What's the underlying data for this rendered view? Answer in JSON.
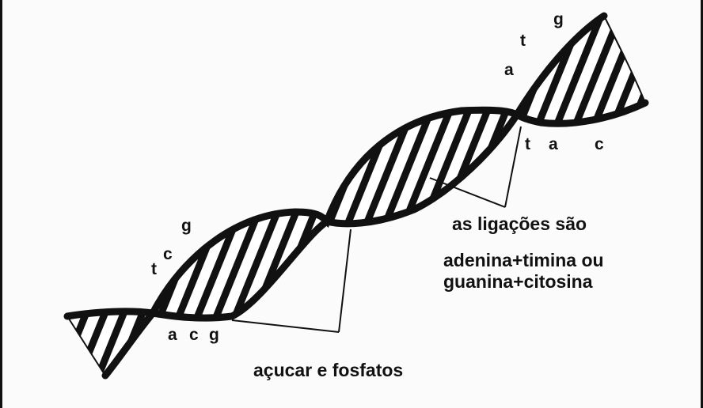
{
  "diagram": {
    "bases": {
      "top_strand_left": [
        "t",
        "c",
        "g"
      ],
      "bottom_strand_left": [
        "a",
        "c",
        "g"
      ],
      "top_strand_right": [
        "a",
        "t",
        "g"
      ],
      "bottom_strand_right": [
        "t",
        "a",
        "c"
      ]
    },
    "labels": {
      "bonds_line1": "as ligações são",
      "bonds_line2": "adenina+timina ou",
      "bonds_line3": "guanina+citosina",
      "backbone": "açucar e fosfatos"
    },
    "colors": {
      "ink": "#111111",
      "background": "#fbfbfb"
    }
  }
}
